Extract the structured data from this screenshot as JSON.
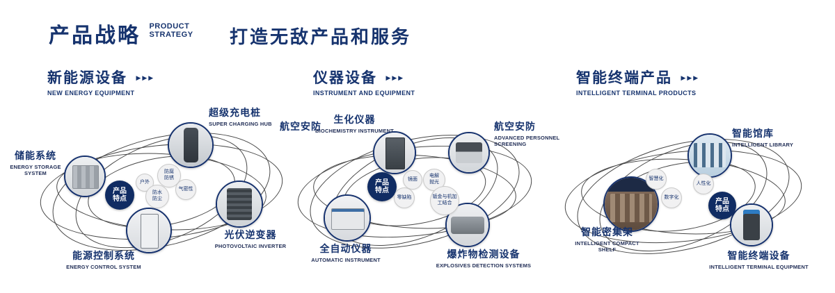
{
  "header": {
    "title_cn": "产品战略",
    "title_en1": "PRODUCT",
    "title_en2": "STRATEGY",
    "slogan": "打造无敌产品和服务",
    "arrows": "▶▶▶"
  },
  "colors": {
    "navy": "#16336e",
    "badge_bg": "#102c63",
    "ring_line": "#474747"
  },
  "sections": [
    {
      "title_cn": "新能源设备",
      "title_en": "NEW ENERGY EQUIPMENT",
      "badge": "产品特点",
      "nodes": [
        {
          "cn": "超级充电桩",
          "en": "SUPER CHARGING HUB"
        },
        {
          "cn": "储能系统",
          "en": "ENERGY STORAGE SYSTEM"
        },
        {
          "cn": "光伏逆变器",
          "en": "PHOTOVOLTAIC INVERTER"
        },
        {
          "cn": "能源控制系统",
          "en": "ENERGY CONTROL SYSTEM"
        }
      ],
      "features": [
        "户外",
        "防腐防锈",
        "气密性",
        "防水防尘"
      ]
    },
    {
      "title_cn": "仪器设备",
      "title_en": "INSTRUMENT AND EQUIPMENT",
      "badge": "产品特点",
      "extra_label": "航空安防",
      "nodes": [
        {
          "cn": "生化仪器",
          "en": "BIOCHEMISTRY INSTRUMENT"
        },
        {
          "cn": "航空安防",
          "en": "ADVANCED PERSONNEL SCREENING"
        },
        {
          "cn": "全自动仪器",
          "en": "AUTOMATIC INSTRUMENT"
        },
        {
          "cn": "爆炸物检测设备",
          "en": "EXPLOSIVES DETECTION SYSTEMS"
        }
      ],
      "features": [
        "镜面",
        "电解抛光",
        "零缺陷",
        "钣金与机加工结合"
      ]
    },
    {
      "title_cn": "智能终端产品",
      "title_en": "INTELLIGENT TERMINAL PRODUCTS",
      "badge": "产品特点",
      "nodes": [
        {
          "cn": "智能馆库",
          "en": "INTELLIGENT LIBRARY"
        },
        {
          "cn": "智能密集架",
          "en": "INTELLIGENT COMPACT SHELF"
        },
        {
          "cn": "智能终端设备",
          "en": "INTELLIGENT TERMINAL EQUIPMENT"
        }
      ],
      "features": [
        "智慧化",
        "人性化",
        "数字化"
      ]
    }
  ]
}
